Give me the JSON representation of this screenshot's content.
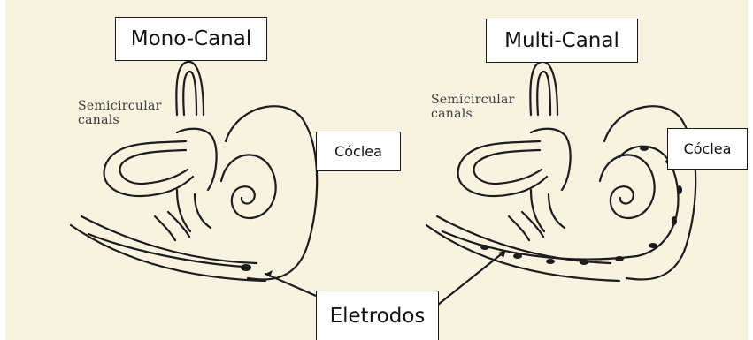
{
  "colors": {
    "background": "#f8f2e1",
    "line": "#1c1c1c",
    "label_text": "#3a3a3a",
    "box_border": "#1a1a1a"
  },
  "left_panel": {
    "title": "Mono-Canal",
    "semicircular_label_line1": "Semicircular",
    "semicircular_label_line2": "canals",
    "cochlea_label": "Cóclea"
  },
  "right_panel": {
    "title": "Multi-Canal",
    "semicircular_label_line1": "Semicircular",
    "semicircular_label_line2": "canals",
    "cochlea_label": "Cóclea"
  },
  "electrodes_label": "Eletrodos"
}
